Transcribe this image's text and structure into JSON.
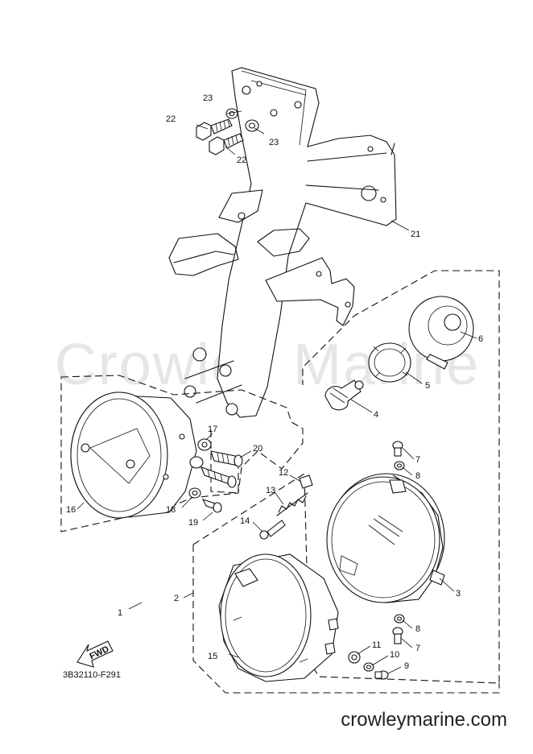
{
  "watermark": "Crowley Marine",
  "site_url": "crowleymarine.com",
  "diagram_code": "3B32110-F291",
  "fwd_label": "FWD",
  "callouts": {
    "c1": "1",
    "c2": "2",
    "c3": "3",
    "c4": "4",
    "c5": "5",
    "c6": "6",
    "c7a": "7",
    "c7b": "7",
    "c8a": "8",
    "c8b": "8",
    "c9": "9",
    "c10": "10",
    "c11": "11",
    "c12": "12",
    "c13": "13",
    "c14": "14",
    "c15": "15",
    "c16": "16",
    "c17": "17",
    "c18": "18",
    "c19": "19",
    "c20": "20",
    "c21": "21",
    "c22a": "22",
    "c22b": "22",
    "c23a": "23",
    "c23b": "23"
  },
  "icons": {
    "fwd_arrow": "fwd-arrow-icon"
  }
}
